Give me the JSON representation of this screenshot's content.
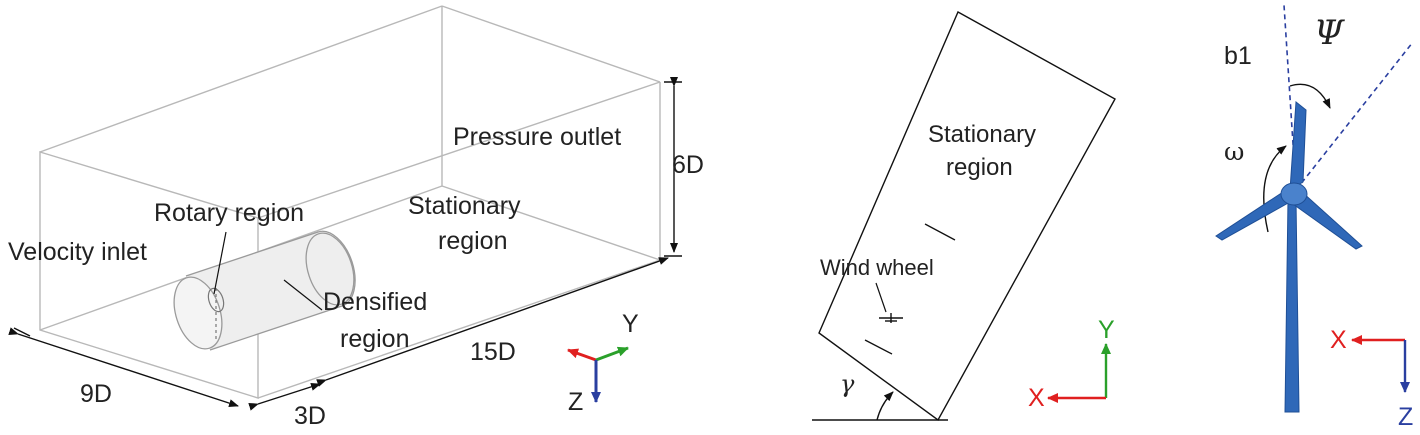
{
  "left_panel": {
    "pressure_outlet": "Pressure outlet",
    "stationary_line1": "Stationary",
    "stationary_line2": "region",
    "rotary_region": "Rotary region",
    "velocity_inlet": "Velocity inlet",
    "densified_line1": "Densified",
    "densified_line2": "region",
    "dim_6d": "6D",
    "dim_15d": "15D",
    "dim_9d": "9D",
    "dim_3d": "3D",
    "axis_y": "Y",
    "axis_z": "Z"
  },
  "middle_panel": {
    "stationary_line1": "Stationary",
    "stationary_line2": "region",
    "wind_wheel": "Wind wheel",
    "angle_gamma": "γ",
    "axis_y": "Y",
    "axis_x": "X"
  },
  "right_panel": {
    "psi": "Ψ",
    "b1": "b1",
    "omega": "ω",
    "axis_x": "X",
    "axis_z": "Z"
  },
  "colors": {
    "box_line": "#b8b8b8",
    "dim_line": "#111111",
    "turbine_blue": "#2f68b8",
    "axis_red": "#e02020",
    "axis_green": "#2aa02a",
    "axis_blue": "#2a3fa0"
  }
}
